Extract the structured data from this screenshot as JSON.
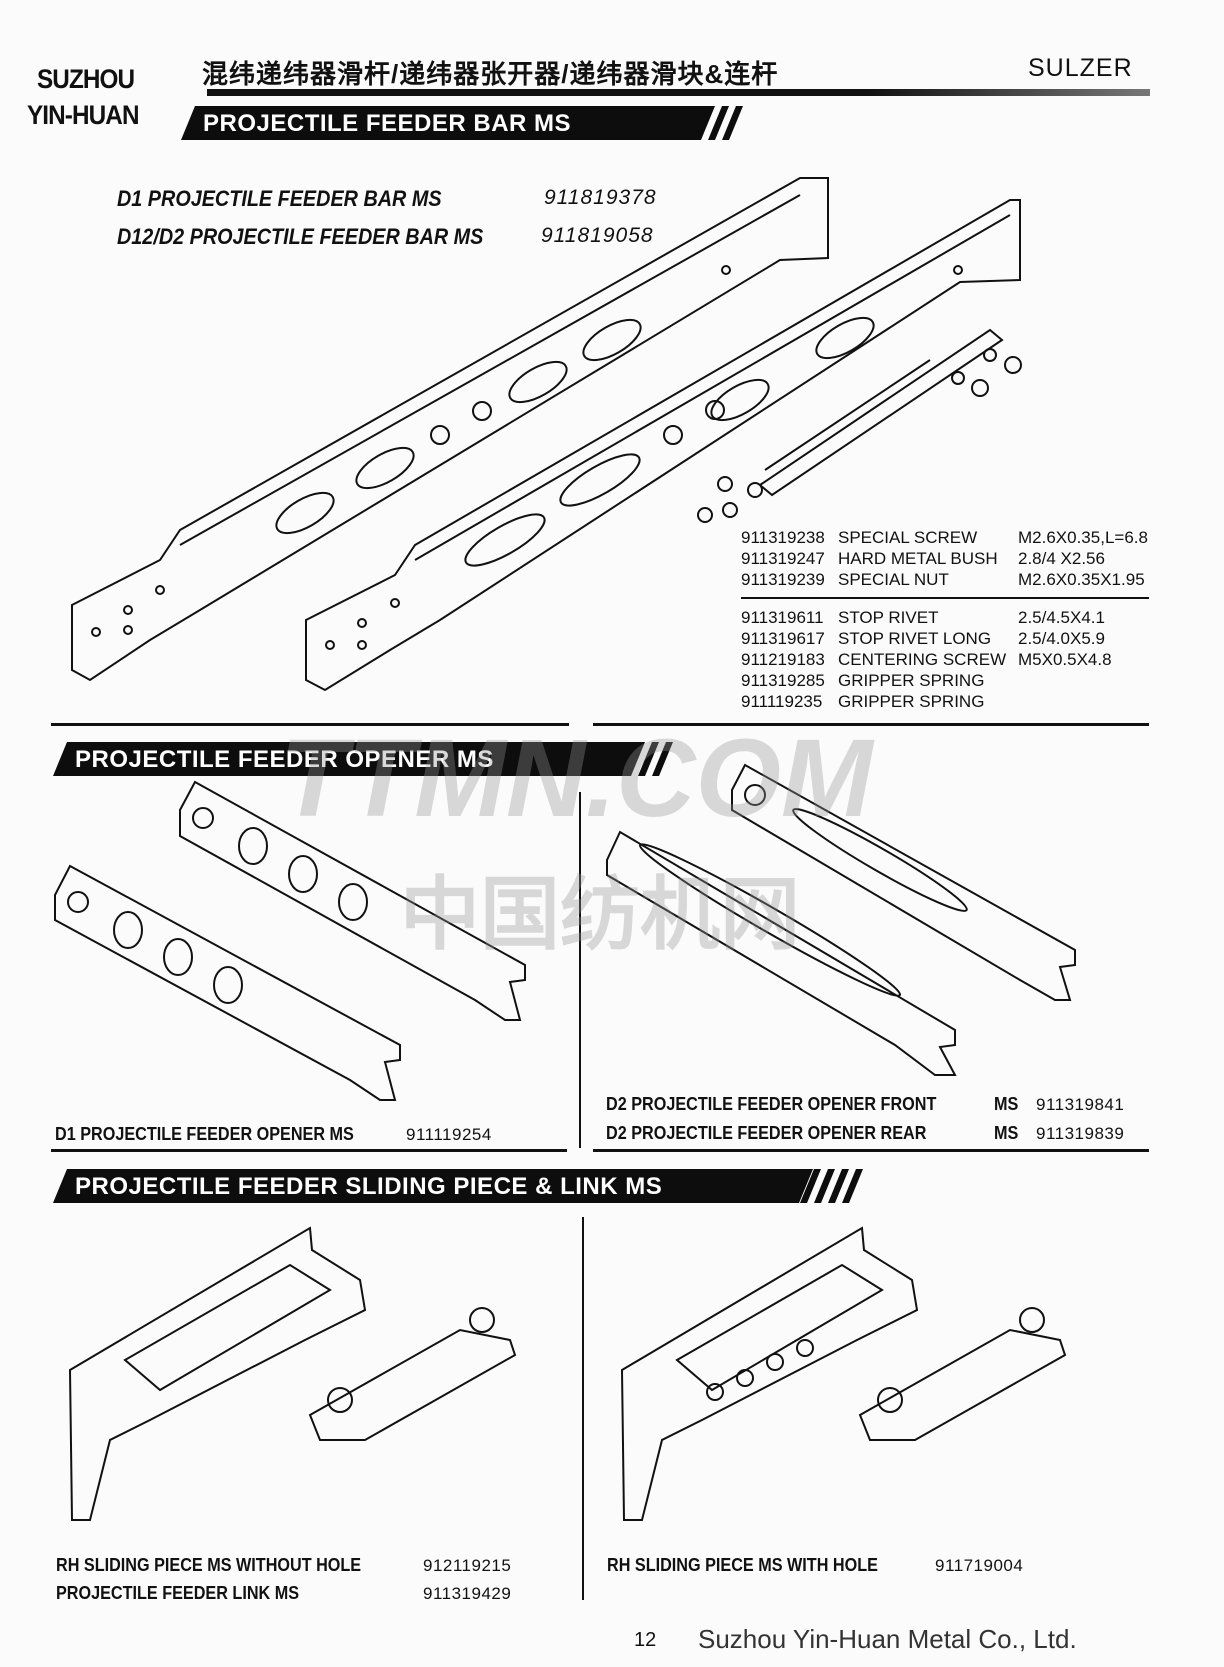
{
  "header": {
    "company_line1": "SUZHOU",
    "company_line2": "YIN-HUAN",
    "title_cn": "混纬递纬器滑杆/递纬器张开器/递纬器滑块&连杆",
    "brand": "SULZER"
  },
  "sections": [
    {
      "banner": "PROJECTILE FEEDER BAR MS",
      "items": [
        {
          "name": "D1 PROJECTILE FEEDER BAR MS",
          "number": "911819378"
        },
        {
          "name": "D12/D2 PROJECTILE FEEDER BAR MS",
          "number": "911819058"
        }
      ],
      "parts_group1": [
        {
          "number": "911319238",
          "name": "SPECIAL SCREW",
          "spec": "M2.6X0.35,L=6.8"
        },
        {
          "number": "911319247",
          "name": "HARD METAL BUSH",
          "spec": "2.8/4 X2.56"
        },
        {
          "number": "911319239",
          "name": "SPECIAL NUT",
          "spec": "M2.6X0.35X1.95"
        }
      ],
      "parts_group2": [
        {
          "number": "911319611",
          "name": "STOP RIVET",
          "spec": "2.5/4.5X4.1"
        },
        {
          "number": "911319617",
          "name": "STOP RIVET LONG",
          "spec": "2.5/4.0X5.9"
        },
        {
          "number": "911219183",
          "name": "CENTERING SCREW",
          "spec": "M5X0.5X4.8"
        },
        {
          "number": "911319285",
          "name": "GRIPPER SPRING",
          "spec": ""
        },
        {
          "number": "911119235",
          "name": "GRIPPER SPRING",
          "spec": ""
        }
      ]
    },
    {
      "banner": "PROJECTILE FEEDER OPENER MS",
      "left": {
        "name": "D1 PROJECTILE FEEDER OPENER MS",
        "number": "911119254"
      },
      "right": [
        {
          "name": "D2 PROJECTILE FEEDER OPENER FRONT",
          "ms": "MS",
          "number": "911319841"
        },
        {
          "name": "D2 PROJECTILE FEEDER OPENER REAR",
          "ms": "MS",
          "number": "911319839"
        }
      ]
    },
    {
      "banner": "PROJECTILE FEEDER SLIDING PIECE & LINK MS",
      "left": [
        {
          "name": "RH SLIDING PIECE MS WITHOUT HOLE",
          "number": "912119215"
        },
        {
          "name": "PROJECTILE FEEDER LINK MS",
          "number": "911319429"
        }
      ],
      "right": [
        {
          "name": "RH SLIDING PIECE MS WITH HOLE",
          "number": "911719004"
        }
      ]
    }
  ],
  "watermark": {
    "line1": "TTMN.COM",
    "line2": "中国纺机网"
  },
  "footer": {
    "page": "12",
    "company": "Suzhou Yin-Huan Metal Co., Ltd."
  }
}
